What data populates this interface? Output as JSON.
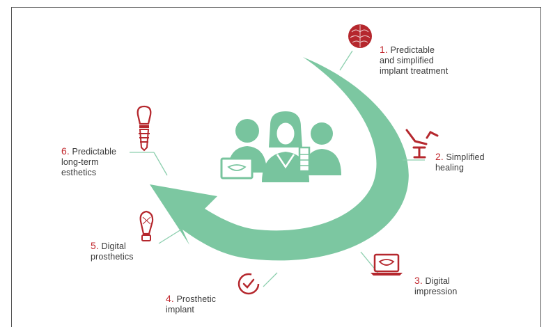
{
  "diagram": {
    "accent_color": "#7cc7a1",
    "number_color": "#c1272d",
    "icon_color": "#b5272d",
    "people_color": "#78c49e",
    "steps": [
      {
        "num": "1.",
        "lines": [
          "Predictable",
          "and simplified",
          "implant treatment"
        ],
        "icon": "brain-icon"
      },
      {
        "num": "2.",
        "lines": [
          "Simplified",
          "healing"
        ],
        "icon": "dental-chair-icon"
      },
      {
        "num": "3.",
        "lines": [
          "Digital",
          "impression"
        ],
        "icon": "laptop-scan-icon"
      },
      {
        "num": "4.",
        "lines": [
          "Prosthetic",
          "implant"
        ],
        "icon": "clock-check-icon"
      },
      {
        "num": "5.",
        "lines": [
          "Digital",
          "prosthetics"
        ],
        "icon": "crown-mesh-icon"
      },
      {
        "num": "6.",
        "lines": [
          "Predictable",
          "long-term",
          "esthetics"
        ],
        "icon": "implant-tooth-icon"
      }
    ],
    "center_icon": "dental-team-icon"
  }
}
